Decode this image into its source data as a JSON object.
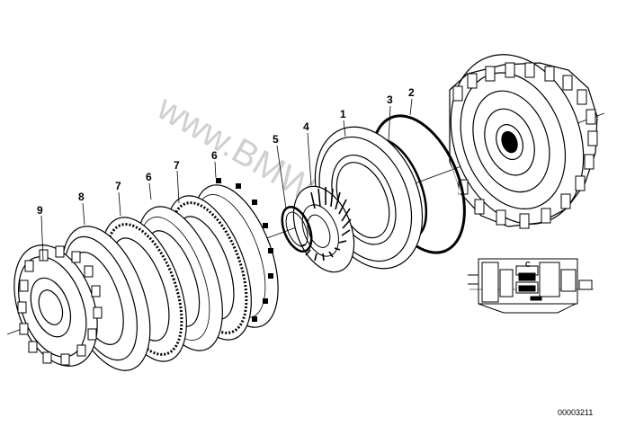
{
  "diagram": {
    "callouts": [
      {
        "id": "c1",
        "label": "1"
      },
      {
        "id": "c2",
        "label": "2"
      },
      {
        "id": "c3",
        "label": "3"
      },
      {
        "id": "c4",
        "label": "4"
      },
      {
        "id": "c5",
        "label": "5"
      },
      {
        "id": "c6a",
        "label": "6"
      },
      {
        "id": "c6b",
        "label": "6"
      },
      {
        "id": "c7a",
        "label": "7"
      },
      {
        "id": "c7b",
        "label": "7"
      },
      {
        "id": "c8",
        "label": "8"
      },
      {
        "id": "c9",
        "label": "9"
      }
    ],
    "inset_label": "C",
    "drawing_code": "00003211",
    "watermark_text": "www.BMWstore.pl"
  },
  "colors": {
    "line": "#000000",
    "watermark": "#c8c8c8",
    "background": "#ffffff"
  }
}
